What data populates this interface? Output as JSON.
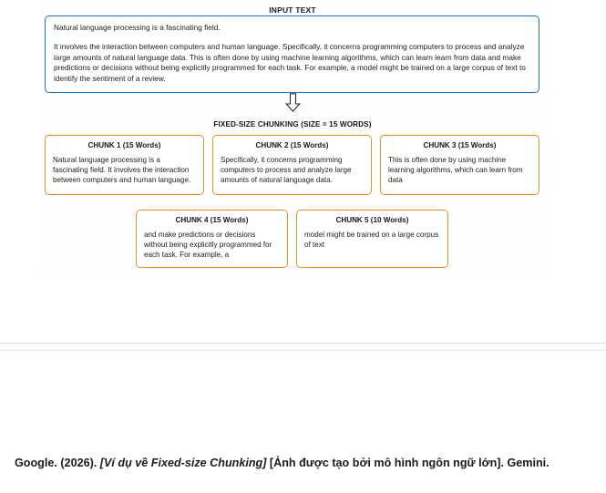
{
  "figure": {
    "title": "INPUT TEXT",
    "input_text": {
      "paragraph_1": "Natural language processing is a fascinating field.",
      "paragraph_2": "It involves the interaction between computers and human language. Specifically, it concerns programming computers to process and analyze large amounts of natural language data. This is often done by using machine learning algorithms, which can learn learn from data and make predictions or decisions without being explicitly programmed for each task. For example, a model might be trained on a large corpus of text to identify the sentiment of a review."
    },
    "arrow_icon": "down-arrow-icon",
    "chunking_heading": "FIXED-SIZE CHUNKING (SIZE = 15 WORDS)",
    "chunks_row_1": [
      {
        "title": "CHUNK 1 (15 Words)",
        "body": "Natural language processing is a fascinating field. It involves the interaction between computers and human language."
      },
      {
        "title": "CHUNK 2 (15 Words)",
        "body": "Specifically, it concerns programming computers to process and analyze large amounts of natural language data."
      },
      {
        "title": "CHUNK 3 (15 Words)",
        "body": "This is often done by using machine learning algorithms, which can learn from data"
      }
    ],
    "chunks_row_2": [
      {
        "title": "CHUNK 4 (15 Words)",
        "body": "and make predictions or decisions without being explicitly programmed for each task. For example, a"
      },
      {
        "title": "CHUNK 5 (10 Words)",
        "body": "model might be trained on a large corpus of text"
      }
    ],
    "colors": {
      "input_border": "#1c74c4",
      "chunk_border": "#e0912f",
      "figure_background": "#fdfdfc"
    }
  },
  "caption": {
    "prefix": "Google. (2026). ",
    "italic_title": "[Ví dụ về Fixed-size Chunking]",
    "suffix": " [Ảnh được tạo bởi mô hình ngôn ngữ lớn]. Gemini."
  }
}
